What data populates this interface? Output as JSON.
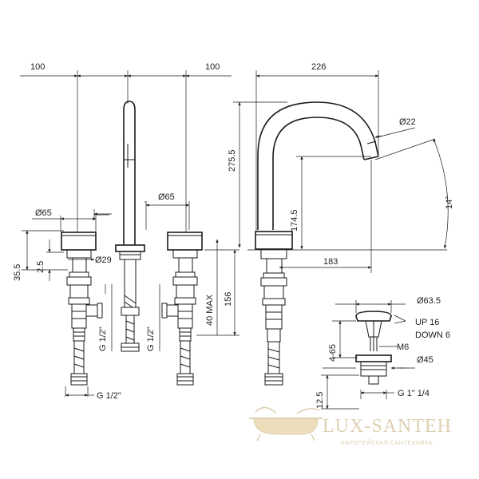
{
  "drawing": {
    "dimensions": {
      "d100_left": "100",
      "d100_right": "100",
      "d226": "226",
      "d275_5": "275.5",
      "d174_5": "174.5",
      "d183": "183",
      "d22": "Ø22",
      "d14deg": "14°",
      "d65_left": "Ø65",
      "d65_right": "Ø65",
      "d29": "Ø29",
      "d35_5": "35.5",
      "d2_5": "2.5",
      "d40max": "40 MAX",
      "d156": "156",
      "g12_a": "G 1/2\"",
      "g12_b": "G 1/2\"",
      "g12_c": "G 1/2\"",
      "d63_5": "Ø63.5",
      "up16": "UP 16",
      "down6": "DOWN 6",
      "m6": "M6",
      "d4_65": "4-65",
      "d45": "Ø45",
      "d12_5": "12.5",
      "g1_14": "G 1\" 1/4"
    },
    "watermark": {
      "name": "LUX-SANTEH",
      "tagline": "ЕВРОПЕЙСКАЯ САНТЕХНИКА",
      "color": "#d8c9a4"
    }
  }
}
